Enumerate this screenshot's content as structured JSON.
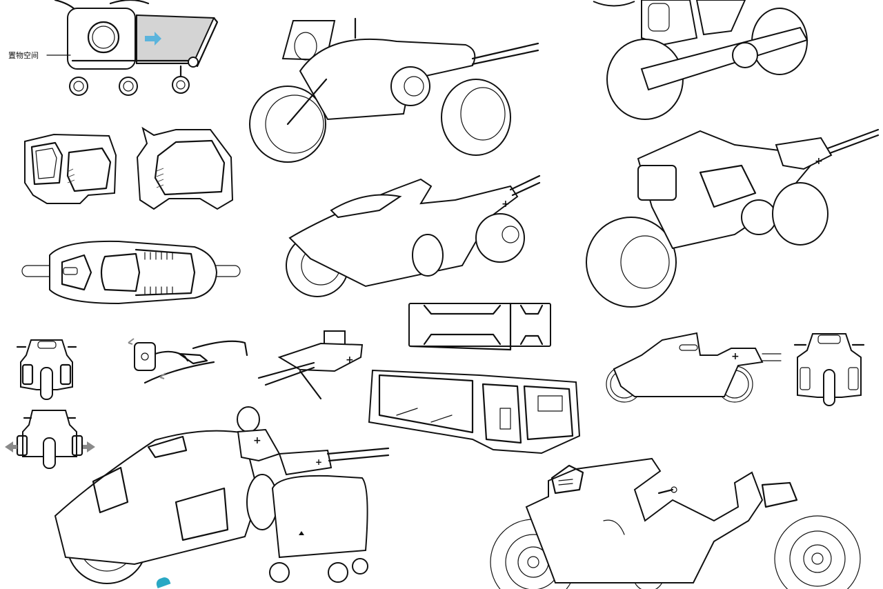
{
  "sheet": {
    "title": "Concept vehicle sketch sheet",
    "background": "#ffffff",
    "ink_color": "#111111",
    "accent_blue": "#5bb4dc",
    "accent_grey": "#8a8a8a",
    "accent_teal": "#2aa8c4"
  },
  "annotations": {
    "storage_label": "置物空间",
    "medical_cross": "+"
  },
  "sketches": [
    {
      "id": "cart-storage",
      "description": "Cart module with storage space and extending tray (blue arrow)"
    },
    {
      "id": "shell-perspective",
      "description": "Hexagonal shell module, perspective view"
    },
    {
      "id": "shell-side",
      "description": "Hexagonal shell module, side view"
    },
    {
      "id": "top-view",
      "description": "Vehicle top view with handlebars"
    },
    {
      "id": "front-view-closed",
      "description": "Front view, side pods retracted"
    },
    {
      "id": "front-view-open",
      "description": "Front view, side pods extended (grey arrows)"
    },
    {
      "id": "mirror-detail",
      "description": "Adjustable mirror/camera detail"
    },
    {
      "id": "tail-detail",
      "description": "Tail section detail with medical cross"
    },
    {
      "id": "bike-1",
      "description": "Futuristic motorcycle, side perspective"
    },
    {
      "id": "bike-2",
      "description": "Futuristic motorcycle with cross on tail"
    },
    {
      "id": "bike-3",
      "description": "Motorcycle front wheel close-up with swingarm"
    },
    {
      "id": "bike-4",
      "description": "Motorcycle three-quarter view with cross box"
    },
    {
      "id": "cargo-box-top",
      "description": "Cargo box top view"
    },
    {
      "id": "cargo-box-open",
      "description": "Open cargo box interior perspective"
    },
    {
      "id": "bike-side-line",
      "description": "Motorcycle side line drawing with cross"
    },
    {
      "id": "bike-front-line",
      "description": "Motorcycle front line drawing"
    },
    {
      "id": "medic-rider",
      "description": "Medic rider on vehicle with trailer cart"
    },
    {
      "id": "bike-final",
      "description": "Large motorcycle line drawing, side view"
    }
  ]
}
